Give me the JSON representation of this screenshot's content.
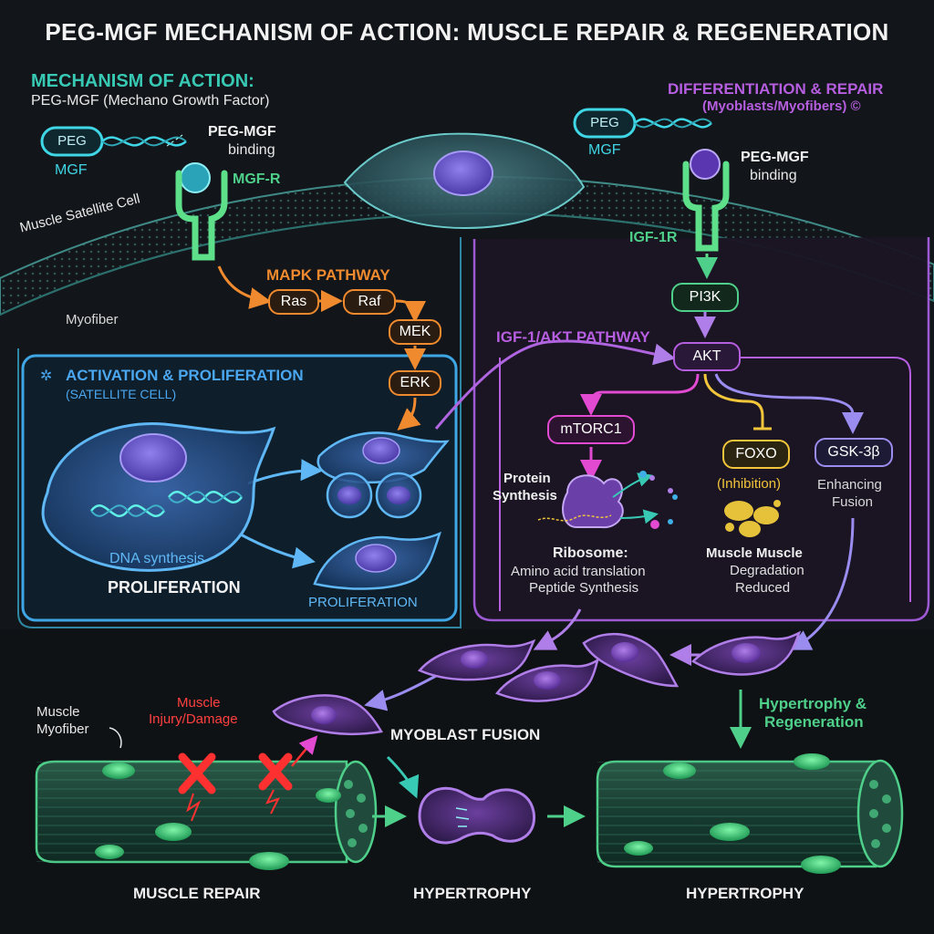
{
  "title": "PEG-MGF MECHANISM OF ACTION: MUSCLE REPAIR & REGENERATION",
  "left_header": {
    "title": "MECHANISM OF ACTION:",
    "subtitle": "PEG-MGF (Mechano Growth Factor)"
  },
  "left_receptor": {
    "peg_tag": "PEG",
    "mgf_label": "MGF",
    "binding_line1": "PEG-MGF",
    "binding_line2": "binding",
    "receptor_label": "MGF-R"
  },
  "membrane": {
    "satellite_label": "Muscle Satellite Cell",
    "myofiber_label": "Myofiber"
  },
  "mapk": {
    "title": "MAPK PATHWAY",
    "nodes": [
      "Ras",
      "Raf",
      "MEK",
      "ERK"
    ]
  },
  "activation": {
    "title": "ACTIVATION & PROLIFERATION",
    "subtitle": "(SATELLITE CELL)",
    "dna_label": "DNA synthesis",
    "proliferation_bold": "PROLIFERATION",
    "proliferation_small": "PROLIFERATION"
  },
  "right_header": {
    "title": "DIFFERENTIATION & REPAIR",
    "subtitle": "(Myoblasts/Myofibers) ©"
  },
  "right_receptor": {
    "peg_tag": "PEG",
    "mgf_label": "MGF",
    "binding_line1": "PEG-MGF",
    "binding_line2": "binding",
    "receptor_label": "IGF-1R"
  },
  "igf_pathway": {
    "label": "IGF-1/AKT PATHWAY",
    "pi3k": "PI3K",
    "akt": "AKT",
    "mtorc1": "mTORC1",
    "foxo": "FOXO",
    "gsk": "GSK-3β",
    "foxo_note": "(Inhibition)",
    "gsk_note_line1": "Enhancing",
    "gsk_note_line2": "Fusion",
    "protein_line1": "Protein",
    "protein_line2": "Synthesis",
    "ribosome_title": "Ribosome:",
    "ribosome_line1": "Amino acid translation",
    "ribosome_line2": "Peptide Synthesis",
    "degradation_line1": "Muscle Muscle",
    "degradation_line2": "Degradation",
    "degradation_line3": "Reduced"
  },
  "bottom": {
    "myofiber_line1": "Muscle",
    "myofiber_line2": "Myofiber",
    "injury_line1": "Muscle",
    "injury_line2": "Injury/Damage",
    "fusion_label": "MYOBLAST FUSION",
    "hypertrophy_regen_line1": "Hypertrophy &",
    "hypertrophy_regen_line2": "Regeneration",
    "repair_label": "MUSCLE REPAIR",
    "hypertrophy_mid": "HYPERTROPHY",
    "hypertrophy_right": "HYPERTROPHY"
  },
  "colors": {
    "cyan": "#3fd6e6",
    "teal": "#38c9b4",
    "blue": "#4aa7f0",
    "orange": "#f08a2e",
    "purple": "#b65ee0",
    "magenta": "#e24ad2",
    "yellow": "#f2c53a",
    "green": "#4fd08a",
    "red": "#ff3030"
  }
}
